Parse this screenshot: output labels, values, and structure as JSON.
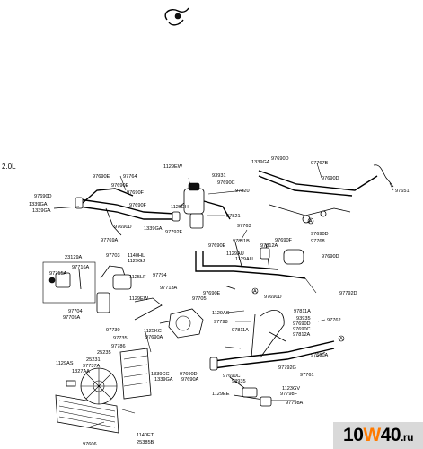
{
  "section_label": "2.0L",
  "watermark": {
    "prefix": "10",
    "accent": "W",
    "number": "40",
    "suffix": ".ru",
    "accent_color": "#ff7a00",
    "background": "#d9d9d9"
  },
  "labels": {
    "l_97690E_top": "97690E",
    "l_97764": "97764",
    "l_97690E_b": "97690E",
    "l_97690F": "97690F",
    "l_97690D_left": "97690D",
    "l_1339GA_a": "1339GA",
    "l_1339GA_b": "1339GA",
    "l_97690F_mid": "97690F",
    "l_97690D_mid": "97690D",
    "l_97769A": "97769A",
    "l_1129EW_top": "1129EW",
    "l_93931": "93931",
    "l_97690C": "97690C",
    "l_97820": "97820",
    "l_1129EH": "1129EH",
    "l_97821": "97821",
    "l_1339GA_c": "1339GA",
    "l_97792F": "97792F",
    "l_1339GA_d": "1339GA",
    "l_97690D_tr": "97690D",
    "l_97767B": "97767B",
    "l_97690D_tr2": "97690D",
    "l_97651": "97651",
    "l_97763": "97763",
    "l_97690E_c": "97690E",
    "l_97811B": "97811B",
    "l_97812A": "97812A",
    "l_1129AU_a": "1129AU",
    "l_1129AU_b": "1129AU",
    "l_97690F_r": "97690F",
    "l_97690D_r": "97690D",
    "l_97768": "97768",
    "l_97690D_r2": "97690D",
    "l_23129A": "23129A",
    "l_97716A": "97716A",
    "l_97715A": "97715A",
    "l_97703": "97703",
    "l_1140HL": "1140HL",
    "l_1129GJ": "1129GJ",
    "l_97794": "97794",
    "l_1125LF": "1125LF",
    "l_1129EW_mid": "1129EW",
    "l_97713A": "97713A",
    "l_97704": "97704",
    "l_97705A": "97705A",
    "l_97705": "97705",
    "l_97690E_m": "97690E",
    "l_97690D_m": "97690D",
    "l_97792D": "97792D",
    "l_1129AS_a": "1129AS",
    "l_97798": "97798",
    "l_97811A": "97811A",
    "l_93935": "93935",
    "l_97690D_b": "97690D",
    "l_97690C_b": "97690C",
    "l_97812A_b": "97812A",
    "l_97762": "97762",
    "l_97811A_b": "97811A",
    "l_97730": "97730",
    "l_97735": "97735",
    "l_97786": "97786",
    "l_25235": "25235",
    "l_25231": "25231",
    "l_1129AS_b": "1129AS",
    "l_97737A": "97737A",
    "l_1327AA": "1327AA",
    "l_1125KC": "1125KC",
    "l_97690A": "97690A",
    "l_1339CC": "1339CC",
    "l_1339GA_e": "1339GA",
    "l_97690D_c": "97690D",
    "l_97690A_b": "97690A",
    "l_97690C_c": "97690C",
    "l_93935_b": "93935",
    "l_97792G": "97792G",
    "l_97761": "97761",
    "l_1123GV": "1123GV",
    "l_1129EE": "1129EE",
    "l_97798F": "97798F",
    "l_97798A": "97798A",
    "l_97606": "97606",
    "l_1140ET": "1140ET",
    "l_25385B": "25385B"
  }
}
